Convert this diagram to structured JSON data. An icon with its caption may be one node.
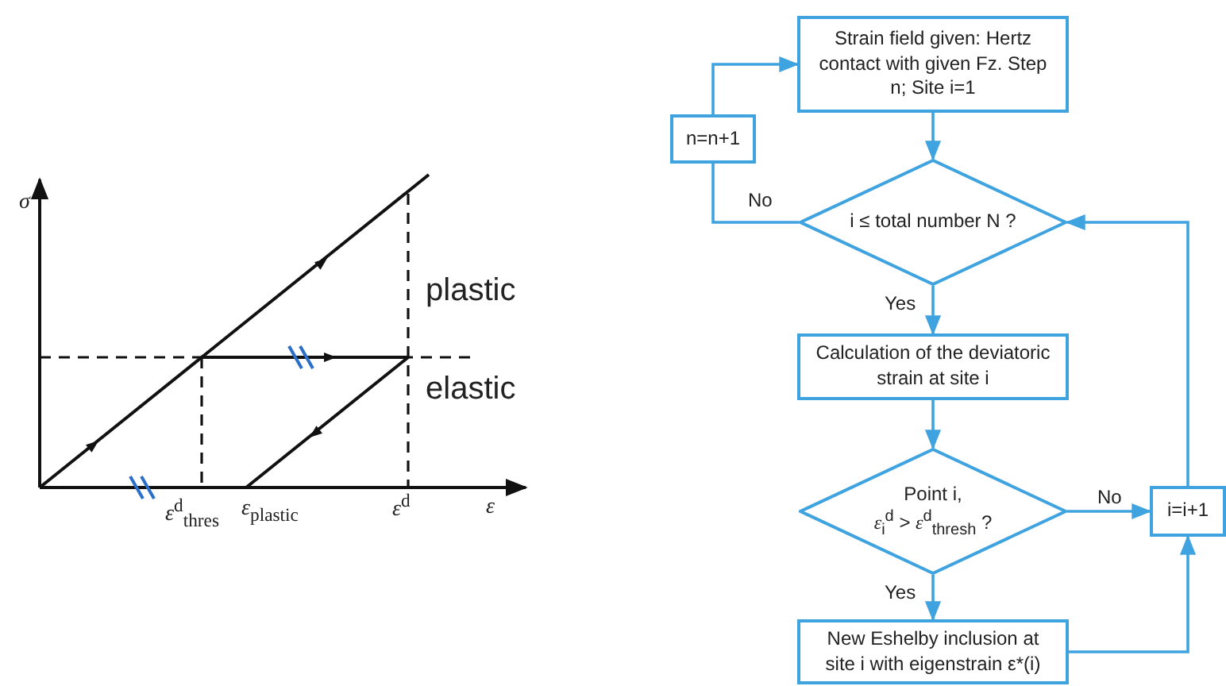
{
  "diagram": {
    "nodes": [
      {
        "text": [
          "Strain field given: Hertz contact with given Fz. Step n; Site i=1"
        ]
      },
      {
        "text": [
          "n=n+1"
        ]
      },
      {
        "text": [
          "i ≤ total number N ?"
        ]
      },
      {
        "text": [
          "Calculation of the deviatoric strain at site i"
        ]
      },
      {
        "text": [
          "Point i,",
          "*ε*$_{i}$$^{d}$ > *ε*$^{d}$$_{thresh}$ ?"
        ]
      },
      {
        "text": [
          "i=i+1"
        ]
      },
      {
        "text": [
          "New Eshelby inclusion at site i with eigenstrain ε*(i)"
        ]
      }
    ],
    "edges": [
      {
        "from": 0,
        "to": 2,
        "arrow": "to"
      },
      {
        "from": 2,
        "to": 1,
        "arrow": "none",
        "label": "No"
      },
      {
        "from": 1,
        "to": 0,
        "arrow": "to"
      },
      {
        "from": 2,
        "to": 3,
        "arrow": "to",
        "label": "Yes"
      },
      {
        "from": 3,
        "to": 4,
        "arrow": "to"
      },
      {
        "from": 4,
        "to": 5,
        "arrow": "to",
        "label": "No"
      },
      {
        "from": 4,
        "to": 6,
        "arrow": "to",
        "label": "Yes"
      },
      {
        "from": 6,
        "to": 5,
        "arrow": "to"
      },
      {
        "from": 5,
        "to": 2,
        "arrow": "to"
      }
    ],
    "labels": [
      "σ",
      "plastic",
      "elastic",
      "*ε*$^{d}$$_{thres}$",
      "*ε*$_{plastic}$",
      "*ε*$^{d}$",
      "ε"
    ]
  }
}
